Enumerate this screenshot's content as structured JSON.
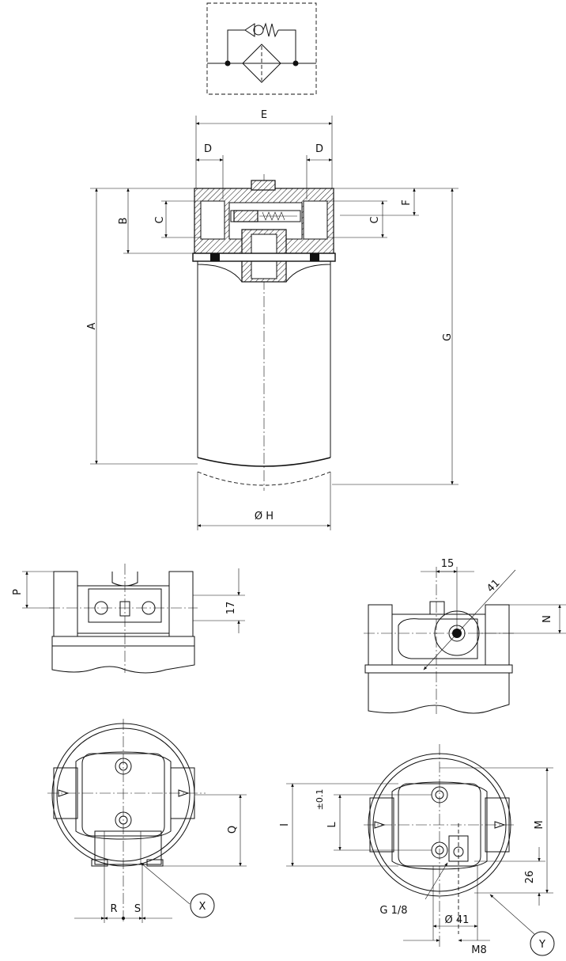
{
  "symbol": {},
  "front_view": {
    "dim_E": "E",
    "dim_D_left": "D",
    "dim_D_right": "D",
    "dim_A": "A",
    "dim_B": "B",
    "dim_C_left": "C",
    "dim_C_right": "C",
    "dim_F": "F",
    "dim_G": "G",
    "dim_H": "Ø H"
  },
  "side_view_left": {
    "dim_P": "P",
    "dim_17": "17"
  },
  "side_view_right": {
    "dim_15": "15",
    "dim_41": "41",
    "dim_N": "N"
  },
  "bottom_view_left": {
    "dim_Q": "Q",
    "dim_R": "R",
    "dim_S": "S",
    "detail_X": "X"
  },
  "bottom_view_right": {
    "dim_I": "I",
    "dim_L": "L",
    "dim_L_tol": "±0.1",
    "dim_M": "M",
    "dim_26": "26",
    "thread_G18": "G 1/8",
    "dim_diam41": "Ø 41",
    "thread_M8": "M8",
    "detail_Y": "Y"
  }
}
